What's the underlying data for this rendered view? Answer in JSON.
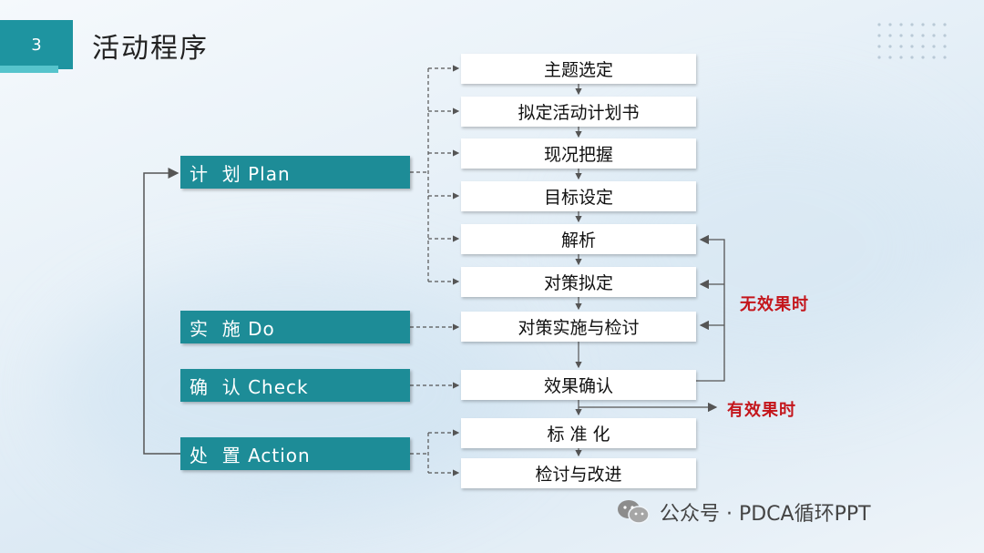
{
  "header": {
    "page_number": "3",
    "title": "活动程序"
  },
  "phases": [
    {
      "id": "plan",
      "label": "计  划 Plan"
    },
    {
      "id": "do",
      "label": "实  施 Do"
    },
    {
      "id": "check",
      "label": "确  认 Check"
    },
    {
      "id": "action",
      "label": "处  置 Action"
    }
  ],
  "steps": [
    "主题选定",
    "拟定活动计划书",
    "现况把握",
    "目标设定",
    "解析",
    "对策拟定",
    "对策实施与检讨",
    "效果确认",
    "标 准 化",
    "检讨与改进"
  ],
  "labels": {
    "no_effect": "无效果时",
    "effective": "有效果时"
  },
  "footer": {
    "text": "公众号 · PDCA循环PPT"
  },
  "colors": {
    "teal": "#1d8c97",
    "red": "#c4161c"
  }
}
